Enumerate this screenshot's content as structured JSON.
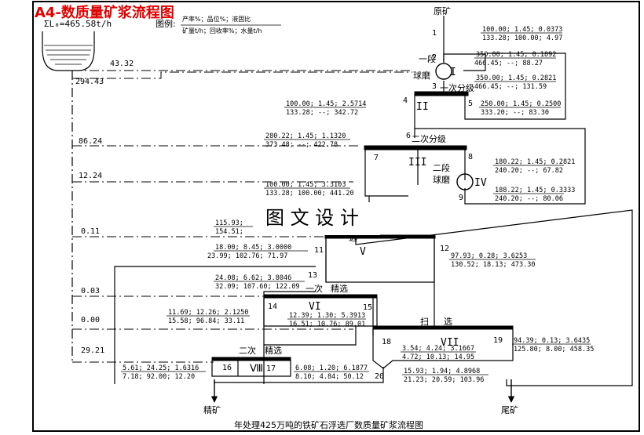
{
  "title_tag": "A4-数质量矿浆流程图",
  "total_water": "ΣL₀=465.58t/h",
  "legend": {
    "label": "图例:",
    "top": "产率%；品位%；液固比",
    "bottom": "矿量t/h；回收率%；水量t/h"
  },
  "feed_label": "原矿",
  "conc_label": "精矿",
  "tail_label": "尾矿",
  "watermark": "图 文 设 计",
  "caption": "年处理425万吨的铁矿石浮选厂数质量矿浆流程图",
  "water_values": [
    "43.32",
    "294.43",
    "86.24",
    "12.24",
    "0.11",
    "0.03",
    "0.00",
    "29.21"
  ],
  "nodes": [
    "1",
    "2",
    "3",
    "4",
    "5",
    "6",
    "7",
    "8",
    "9",
    "11",
    "12",
    "13",
    "14",
    "15",
    "16",
    "17",
    "18",
    "19",
    "20"
  ],
  "ops": {
    "I": "I",
    "II": "II",
    "III": "III",
    "IV": "IV",
    "V": "V",
    "VI": "VI",
    "VII": "VII",
    "VIII": "Ⅷ"
  },
  "op_labels": {
    "mill1_a": "一段",
    "mill1_b": "球磨",
    "class1": "一次分级",
    "class2": "二次分级",
    "mill2_a": "二段",
    "mill2_b": "球磨",
    "rougher": "选",
    "clean1_a": "一次",
    "clean1_b": "精选",
    "scav_a": "扫",
    "scav_b": "选",
    "clean2_a": "二次",
    "clean2_b": "精选"
  },
  "stream_data": {
    "s1": [
      "100.00; 1.45; 0.0373",
      "133.28; 100.00; 4.97"
    ],
    "s2": [
      "350.00; 1.45; 0.1892",
      "466.45; --; 88.27"
    ],
    "s3": [
      "350.00; 1.45; 0.2821",
      "466.45; --; 131.59"
    ],
    "s4": [
      "100.00; 1.45; 2.5714",
      "133.28; --; 342.72"
    ],
    "s5": [
      "250.00; 1.45; 0.2500",
      "333.20; --; 83.30"
    ],
    "s6": [
      "280.22; 1.45; 1.1320",
      "373.48; --; 422.78"
    ],
    "s7": [
      "100.00; 1.45; 3.3103",
      "133.28; 100.00; 441.20"
    ],
    "s8": [
      "180.22; 1.45; 0.2821",
      "240.20; --; 67.82"
    ],
    "s9": [
      "188.22; 1.45; 0.3333",
      "240.20; --; 80.06"
    ],
    "s10": [
      "115.93; ",
      "154.51; "
    ],
    "s11": [
      "18.00; 8.45; 3.0000",
      "23.99; 102.76; 71.97"
    ],
    "s12": [
      "97.93; 0.28; 3.6253",
      "130.52; 18.13; 473.30"
    ],
    "s13": [
      "24.08; 6.62; 3.8046",
      "32.09; 107.60; 122.09"
    ],
    "s14": [
      "11.69; 12.26; 2.1250",
      "15.58; 96.84; 33.11"
    ],
    "s15": [
      "12.39; 1.30; 5.3913",
      "16.51; 10.76; 89.01"
    ],
    "s16": [
      "5.61; 24.25; 1.6316",
      "7.18; 92.00; 12.20"
    ],
    "s17": [
      "6.08; 1.20; 6.1877",
      "8.10; 4.84; 50.12"
    ],
    "s18": [
      "3.54; 4.24; 3.1667",
      "4.72; 10.13; 14.95"
    ],
    "s19": [
      "94.39; 0.13; 3.6435",
      "125.80; 8.00; 458.35"
    ],
    "s20": [
      "15.93; 1.94; 4.8968",
      "21.23; 20.59; 103.96"
    ]
  }
}
